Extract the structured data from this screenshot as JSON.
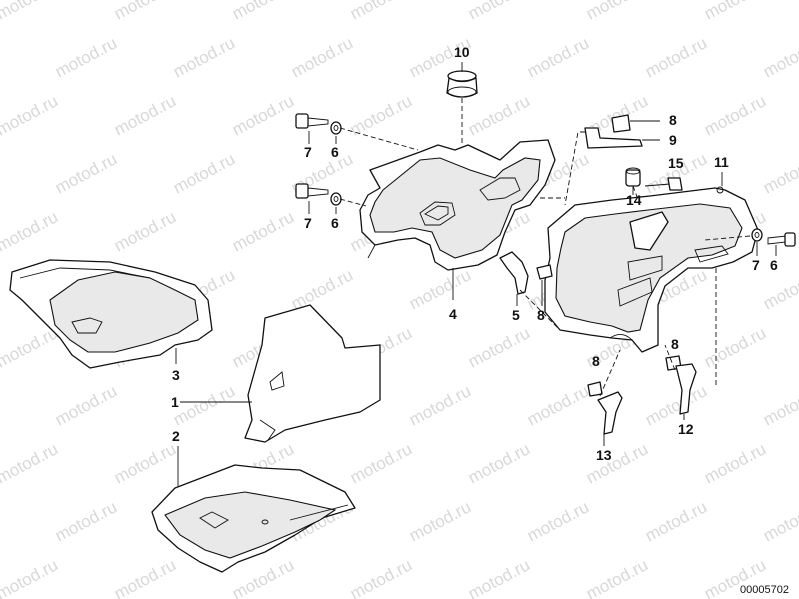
{
  "watermark": {
    "text": "motod.ru"
  },
  "callouts": [
    {
      "id": "c10a",
      "label": "10"
    },
    {
      "id": "c8a",
      "label": "8"
    },
    {
      "id": "c9",
      "label": "9"
    },
    {
      "id": "c7a",
      "label": "7"
    },
    {
      "id": "c6a",
      "label": "6"
    },
    {
      "id": "c15",
      "label": "15"
    },
    {
      "id": "c11",
      "label": "11"
    },
    {
      "id": "c14",
      "label": "14"
    },
    {
      "id": "c7b",
      "label": "7"
    },
    {
      "id": "c6b",
      "label": "6"
    },
    {
      "id": "c4",
      "label": "4"
    },
    {
      "id": "c5",
      "label": "5"
    },
    {
      "id": "c8b",
      "label": "8"
    },
    {
      "id": "c7c",
      "label": "7"
    },
    {
      "id": "c6c",
      "label": "6"
    },
    {
      "id": "c3",
      "label": "3"
    },
    {
      "id": "c8c",
      "label": "8"
    },
    {
      "id": "c8d",
      "label": "8"
    },
    {
      "id": "c1",
      "label": "1"
    },
    {
      "id": "c2",
      "label": "2"
    },
    {
      "id": "c13",
      "label": "13"
    },
    {
      "id": "c12",
      "label": "12"
    }
  ],
  "document_number": "00005702",
  "colors": {
    "line": "#111111",
    "watermark": "#d8d8d8",
    "background": "#ffffff"
  }
}
